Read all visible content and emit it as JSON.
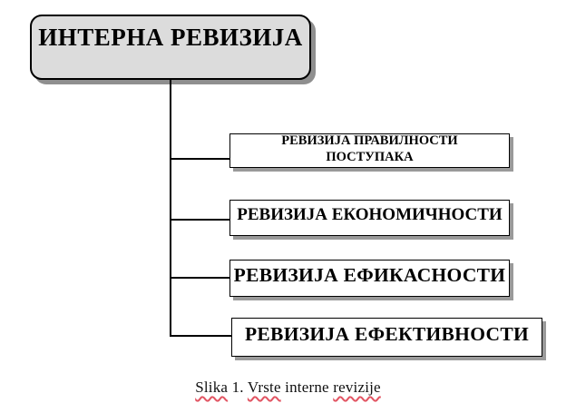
{
  "diagram": {
    "root": {
      "label": "ИНТЕРНА РЕВИЗИЈА"
    },
    "children": [
      {
        "lines": [
          "РЕВИЗИЈА ПРАВИЛНОСТИ",
          "ПОСТУПАКА"
        ]
      },
      {
        "lines": [
          "РЕВИЗИЈА ЕКОНОМИЧНОСТИ"
        ]
      },
      {
        "lines": [
          "РЕВИЗИЈА ЕФИКАСНОСТИ"
        ]
      },
      {
        "lines": [
          "РЕВИЗИЈА ЕФЕКТИВНОСТИ"
        ]
      }
    ]
  },
  "caption": {
    "full_text": "Slika 1. Vrste interne revizije",
    "words": [
      {
        "text": "Slika",
        "spellcheck_underline": true
      },
      {
        "text": "1.",
        "spellcheck_underline": false
      },
      {
        "text": "Vrste",
        "spellcheck_underline": true
      },
      {
        "text": "interne",
        "spellcheck_underline": false
      },
      {
        "text": "revizije",
        "spellcheck_underline": true
      }
    ]
  },
  "colors": {
    "background": "#ffffff",
    "root_box_fill": "#dcdcdc",
    "child_box_fill": "#ffffff",
    "box_border": "#000000",
    "box_shadow": "#9a9a9a",
    "connector_line": "#000000",
    "text": "#000000",
    "spellcheck_underline": "#e25563"
  }
}
